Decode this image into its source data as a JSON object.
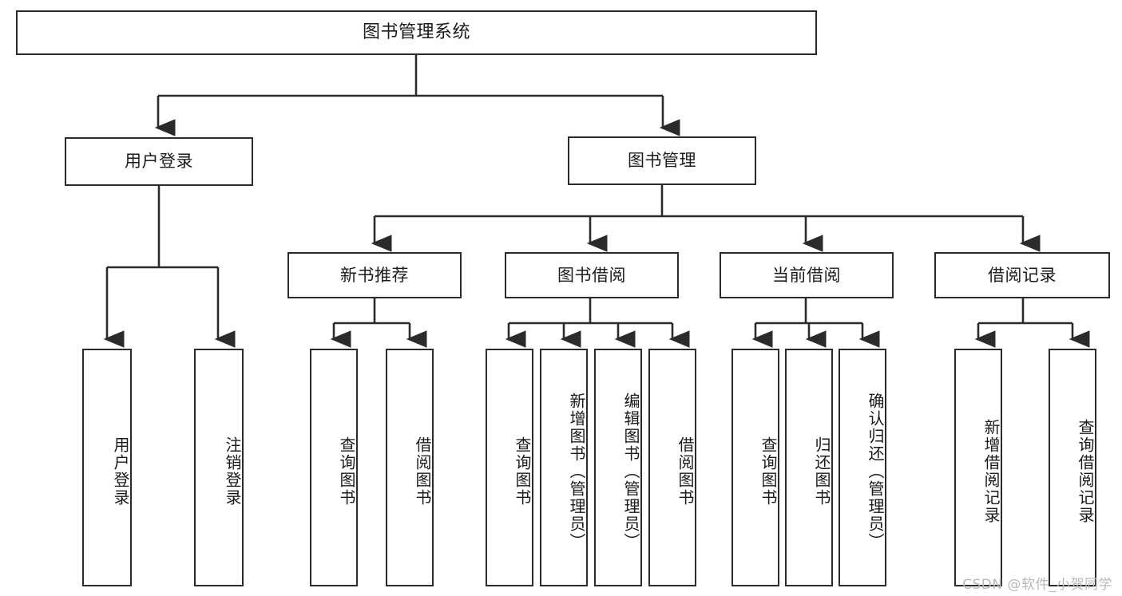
{
  "diagram": {
    "title": "图书管理系统",
    "type": "tree-hierarchy-diagram",
    "watermark": "CSDN @软件_小贺同学",
    "style": {
      "border_color": "#2b2b2b",
      "background": "#ffffff",
      "text_color": "#1b1b1b",
      "watermark_color": "#b9b9b9"
    },
    "nodes": {
      "root": {
        "label": "图书管理系统"
      },
      "level1": [
        {
          "label": "用户登录"
        },
        {
          "label": "图书管理"
        }
      ],
      "level2": [
        {
          "label": "新书推荐"
        },
        {
          "label": "图书借阅"
        },
        {
          "label": "当前借阅"
        },
        {
          "label": "借阅记录"
        }
      ],
      "leaves": {
        "user_login": [
          {
            "label": "用户登录"
          },
          {
            "label": "注销登录"
          }
        ],
        "new_book_recommend": [
          {
            "label": "查询图书"
          },
          {
            "label": "借阅图书"
          }
        ],
        "book_borrow": [
          {
            "label": "查询图书"
          },
          {
            "label": "新增图书（管理员）"
          },
          {
            "label": "编辑图书（管理员）"
          },
          {
            "label": "借阅图书"
          }
        ],
        "current_borrow": [
          {
            "label": "查询图书"
          },
          {
            "label": "归还图书"
          },
          {
            "label": "确认归还（管理员）"
          }
        ],
        "borrow_record": [
          {
            "label": "新增借阅记录"
          },
          {
            "label": "查询借阅记录"
          }
        ]
      }
    }
  }
}
